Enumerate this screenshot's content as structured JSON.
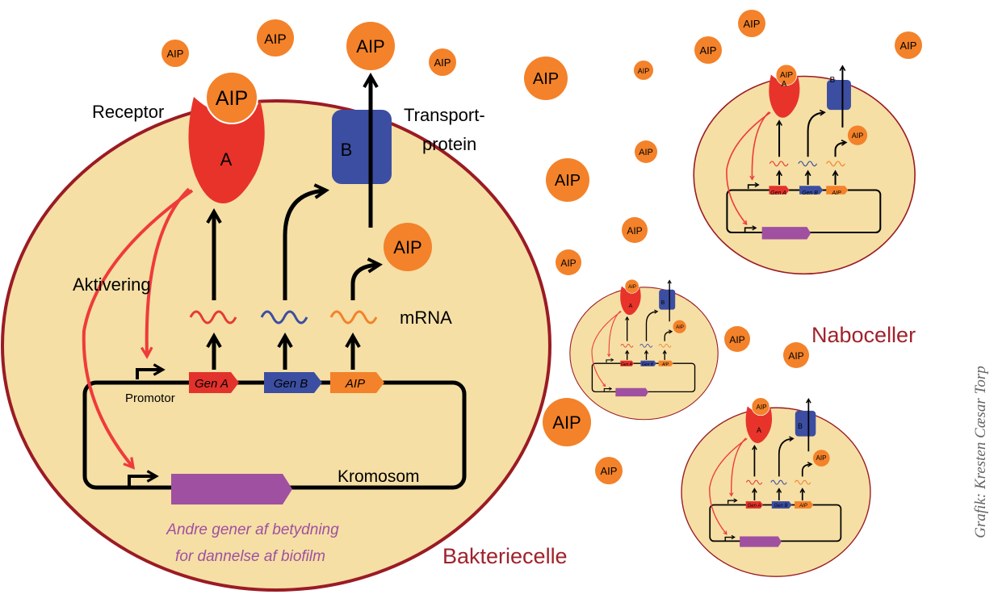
{
  "colors": {
    "cell_fill": "#f5dfa5",
    "cell_border": "#9b1b24",
    "aip": "#f3822a",
    "receptor": "#e8332a",
    "gene_a": "#e3322c",
    "gene_b": "#3c4ea1",
    "gene_aip": "#f3822a",
    "other_genes": "#a050a0",
    "activation_arrow": "#ef3b3a",
    "mrna_a": "#e53b33",
    "mrna_b": "#3c4ea1",
    "mrna_aip": "#f3822a",
    "label_red": "#a0222b",
    "label_purple": "#a050a0",
    "credit_gray": "#666666"
  },
  "aip_label": "AIP",
  "main_cell": {
    "receptor_letter": "A",
    "transport_letter": "B",
    "receptor_label": "Receptor",
    "transport_label_1": "Transport-",
    "transport_label_2": "protein",
    "activation_label": "Aktivering",
    "mrna_label": "mRNA",
    "gene_a_label": "Gen A",
    "gene_b_label": "Gen B",
    "gene_aip_label": "AIP",
    "promoter_label": "Promotor",
    "chromosome_label": "Kromosom",
    "other_genes_line1": "Andre gener af betydning",
    "other_genes_line2": "for dannelse af biofilm",
    "cell_label": "Bakteriecelle"
  },
  "neighbor_label": "Naboceller",
  "credit": "Grafik: Kresten Cæsar Torp"
}
